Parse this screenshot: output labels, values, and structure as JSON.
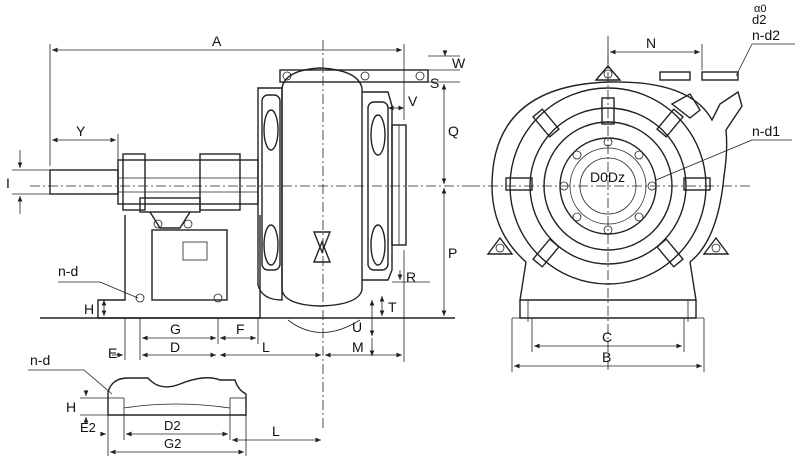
{
  "dimension_labels": {
    "A": "A",
    "Y": "Y",
    "W": "W",
    "S": "S",
    "V": "V",
    "Q": "Q",
    "P": "P",
    "R": "R",
    "T": "T",
    "U": "U",
    "M": "M",
    "L": "L",
    "D": "D",
    "E": "E",
    "F": "F",
    "G": "G",
    "H": "H",
    "nd": "n-d",
    "I": "I",
    "N": "N",
    "alpha0": "α0",
    "d2": "d2",
    "nd2": "n-d2",
    "nd1": "n-d1",
    "D0Dz": "D0Dz",
    "C": "C",
    "B": "B",
    "nd_base": "n-d",
    "H_base": "H",
    "E2": "E2",
    "D2": "D2",
    "G2": "G2",
    "L_base": "L"
  }
}
